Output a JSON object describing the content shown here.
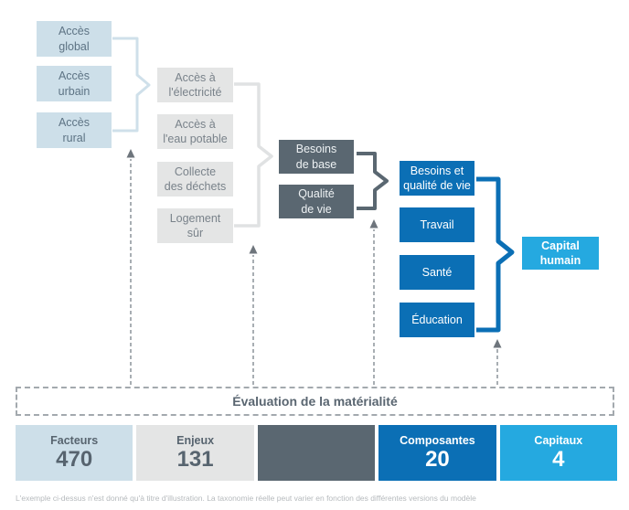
{
  "colors": {
    "light_blue": "#cddfe9",
    "light_blue_text": "#5d7384",
    "light_gray": "#e4e5e5",
    "light_gray_text": "#79828a",
    "slate": "#5a6771",
    "slate_text": "#eef2f4",
    "blue": "#0b6fb5",
    "cyan": "#25a9e0",
    "brace_light_blue": "#cfe0ea",
    "brace_light_gray": "#e0e2e3",
    "arrow_line": "#8c939a",
    "arrow_head": "#6e757c",
    "dashed_border": "#a3a9ae",
    "eval_title": "#5a6671",
    "stat_text": "#57646f",
    "footnote_text": "#b6babd"
  },
  "nodes": {
    "acces_global": "Accès\nglobal",
    "acces_urbain": "Accès\nurbain",
    "acces_rural": "Accès\nrural",
    "electricite": "Accès à\nl'électricité",
    "eau_potable": "Accès à\nl'eau potable",
    "dechets": "Collecte\ndes déchets",
    "logement": "Logement\nsûr",
    "besoins_base": "Besoins\nde base",
    "qualite_vie": "Qualité\nde vie",
    "besoins_qualite_vie": "Besoins et\nqualité de vie",
    "travail": "Travail",
    "sante": "Santé",
    "education": "Éducation",
    "capital_humain": "Capital\nhumain"
  },
  "evaluation": {
    "title": "Évaluation de la matérialité"
  },
  "stats": [
    {
      "label": "Facteurs",
      "value": "470"
    },
    {
      "label": "Enjeux",
      "value": "131"
    },
    {
      "label": "",
      "value": ""
    },
    {
      "label": "Composantes",
      "value": "20"
    },
    {
      "label": "Capitaux",
      "value": "4"
    }
  ],
  "footnote": "L'exemple ci-dessus n'est donné qu'à titre d'illustration. La taxonomie réelle peut varier en fonction des différentes versions du modèle"
}
